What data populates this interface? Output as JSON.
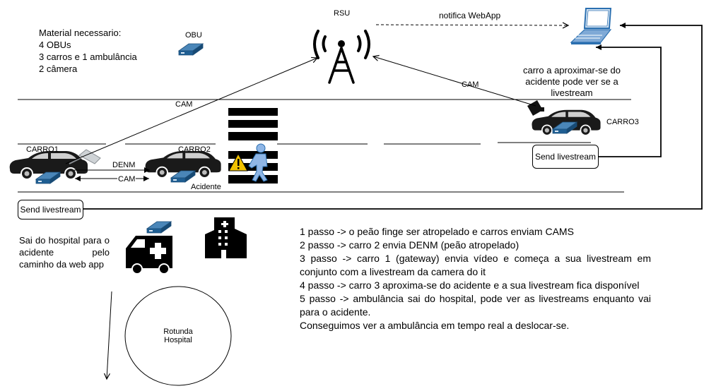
{
  "labels": {
    "rsu": "RSU",
    "obu": "OBU",
    "notifica": "notifica WebApp",
    "cam_left": "CAM",
    "cam_right": "CAM",
    "cam_between": "CAM",
    "denm": "DENM",
    "carro1": "CARRO1",
    "carro2": "CARRO2",
    "carro3": "CARRO3",
    "acidente": "Acidente",
    "carro3_caption": "carro a aproximar-se do acidente pode ver se a livestream"
  },
  "material": {
    "title": "Material necessario:",
    "items": [
      "4 OBUs",
      "3 carros e 1 ambulância",
      "2 câmera"
    ]
  },
  "send_livestream_left": "Send livestream",
  "send_livestream_right": "Send livestream",
  "hospital_text": "Sai do hospital para o acidente pelo caminho da web app",
  "rotunda": {
    "line1": "Rotunda",
    "line2": "Hospital"
  },
  "steps": [
    "1 passo -> o peão finge ser atropelado e carros enviam CAMS",
    "2 passo -> carro 2 envia DENM (peão atropelado)",
    "3 passo -> carro 1 (gateway) envia vídeo e começa a  sua livestream em conjunto com a livestream da camera do it",
    "4 passo -> carro 3 aproxima-se do acidente e a sua livestream fica disponível",
    "5 passo -> ambulância sai do hospital, pode ver as livestreams enquanto vai para o acidente.",
    "Conseguimos ver a ambulância em tempo real a deslocar-se."
  ],
  "colors": {
    "obu_top": "#4a86b8",
    "obu_body": "#1f5f93",
    "warning": "#f2c200",
    "pedestrian": "#8fb6e6",
    "laptop": "#2a6fb0",
    "ink": "#000000"
  },
  "icons": [
    "rsu-tower-icon",
    "obu-device-icon",
    "car-icon",
    "camera-icon",
    "laptop-icon",
    "warning-icon",
    "pedestrian-icon",
    "ambulance-icon",
    "hospital-building-icon"
  ]
}
